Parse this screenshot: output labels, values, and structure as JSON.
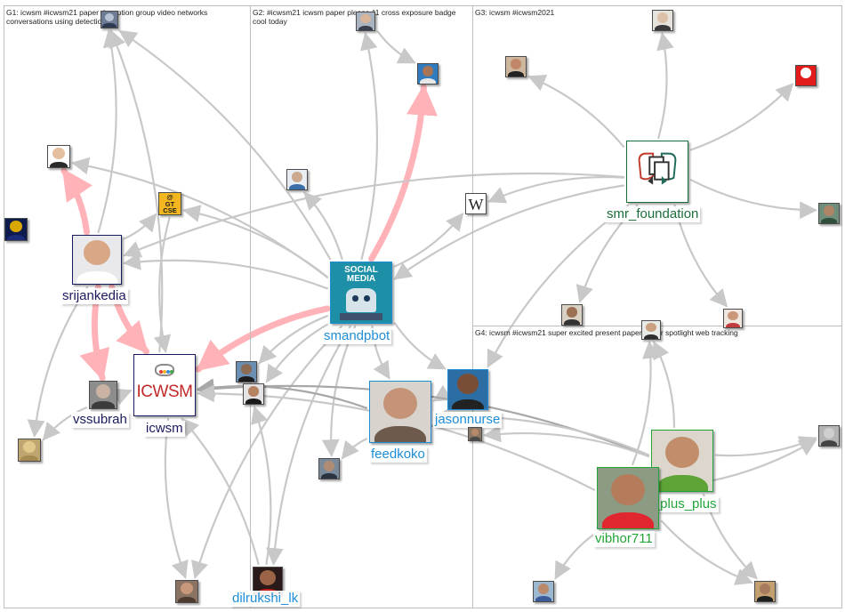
{
  "groups": [
    {
      "id": "G1",
      "label": "G1: icwsm #icwsm21 paper deception group video networks\nconversations using detection"
    },
    {
      "id": "G2",
      "label": "G2: #icwsm21 icwsm paper please 11 cross exposure badge\ncool today"
    },
    {
      "id": "G3",
      "label": "G3: icwsm #icwsm2021"
    },
    {
      "id": "G4",
      "label": "G4: icwsm #icwsm21 super excited present paper under spotlight web tracking"
    }
  ],
  "colors": {
    "edge": "#c8c8c8",
    "edge_dark": "#a8a8a8",
    "edge_strong": "#ffb3b8",
    "label_g1": "#1a1a5e",
    "label_g2": "#1f8dd6",
    "label_g3": "#1b6e3a",
    "label_g4": "#22a538",
    "border_g1": "#1a1a5e",
    "border_g2": "#1f8dd6",
    "border_g3": "#1b6e3a",
    "border_g4": "#22a538"
  },
  "nodes": [
    {
      "id": "srijankedia",
      "label": "srijankedia",
      "group": "G1",
      "icon": "person-photo",
      "skin": "#d8a886",
      "shirt": "#ffffff",
      "bg": "#e9e9ec"
    },
    {
      "id": "icwsm",
      "label": "icwsm",
      "group": "G1",
      "icon": "icwsm-logo",
      "logo_text": "ICWSM"
    },
    {
      "id": "vssubrah",
      "label": "vssubrah",
      "group": "G1",
      "icon": "person-photo",
      "skin": "#c9b2a2",
      "shirt": "#3b3b3b",
      "bg": "#8d8d8d"
    },
    {
      "id": "gtcse",
      "label": "",
      "group": "G1",
      "icon": "gt-cse-logo",
      "logo_text": "@\nGT\nCSE"
    },
    {
      "id": "g1-topcenter",
      "label": "",
      "group": "G1",
      "icon": "profile-photo",
      "skin": "#b9c3d3",
      "shirt": "#2d3a52",
      "bg": "#6e7b94"
    },
    {
      "id": "g1-face-top",
      "label": "",
      "group": "G1",
      "icon": "profile-photo",
      "skin": "#e5c0a0",
      "shirt": "#2a2a2a",
      "bg": "#ffffff"
    },
    {
      "id": "g1-comptime",
      "label": "",
      "group": "G1",
      "icon": "profile-badge",
      "skin": "#d9a700",
      "shirt": "#1c2a7a",
      "bg": "#0d1b4d"
    },
    {
      "id": "g1-book",
      "label": "",
      "group": "G1",
      "icon": "profile-photo",
      "skin": "#e0c98a",
      "shirt": "#a58b4f",
      "bg": "#bfa670"
    },
    {
      "id": "g1-bottom",
      "label": "",
      "group": "G1",
      "icon": "profile-photo",
      "skin": "#c99779",
      "shirt": "#4d3b2f",
      "bg": "#8a7363"
    },
    {
      "id": "smandpbot",
      "label": "smandpbot",
      "group": "G2",
      "icon": "social-media-bot-logo",
      "logo_text": "SOCIAL\nMEDIA"
    },
    {
      "id": "feedkoko",
      "label": "feedkoko",
      "group": "G2",
      "icon": "person-photo",
      "skin": "#c59478",
      "shirt": "#6e5a4c",
      "bg": "#d8d3cc"
    },
    {
      "id": "jasonnurse",
      "label": "jasonnurse",
      "group": "G2",
      "icon": "person-photo",
      "skin": "#7a4e36",
      "shirt": "#222222",
      "bg": "#2c6ea4"
    },
    {
      "id": "dilrukshi_lk",
      "label": "dilrukshi_lk",
      "group": "G2",
      "icon": "person-photo",
      "skin": "#9b6446",
      "shirt": "#c21c1c",
      "bg": "#2a1a1a"
    },
    {
      "id": "g2-top",
      "label": "",
      "group": "G2",
      "icon": "profile-photo",
      "skin": "#d8b49a",
      "shirt": "#38404f",
      "bg": "#aab3c0"
    },
    {
      "id": "g2-self",
      "label": "",
      "group": "G2",
      "icon": "profile-photo",
      "skin": "#a87456",
      "shirt": "#e8e8e8",
      "bg": "#2e7bbf"
    },
    {
      "id": "g2-mid",
      "label": "",
      "group": "G2",
      "icon": "profile-photo",
      "skin": "#cba88e",
      "shirt": "#3b6fa8",
      "bg": "#e8edf4"
    },
    {
      "id": "g2-a",
      "label": "",
      "group": "G2",
      "icon": "profile-photo",
      "skin": "#8d6a52",
      "shirt": "#1c1c1c",
      "bg": "#6b8fb2"
    },
    {
      "id": "g2-b",
      "label": "",
      "group": "G2",
      "icon": "profile-photo",
      "skin": "#b58262",
      "shirt": "#1a1a1a",
      "bg": "#e3e3e3"
    },
    {
      "id": "g2-c",
      "label": "",
      "group": "G2",
      "icon": "profile-photo",
      "skin": "#b08c74",
      "shirt": "#2a3340",
      "bg": "#7a8a9a"
    },
    {
      "id": "smr_foundation",
      "label": "smr_foundation",
      "group": "G3",
      "icon": "smr-foundation-logo"
    },
    {
      "id": "g3-top",
      "label": "",
      "group": "G3",
      "icon": "profile-photo",
      "skin": "#dcc0a8",
      "shirt": "#3a3a3a",
      "bg": "#e6e2dc"
    },
    {
      "id": "g3-left",
      "label": "",
      "group": "G3",
      "icon": "profile-photo",
      "skin": "#c08868",
      "shirt": "#222222",
      "bg": "#cdb79e"
    },
    {
      "id": "g3-red",
      "label": "",
      "group": "G3",
      "icon": "profile-badge",
      "skin": "#ffffff",
      "shirt": "#e21b1b",
      "bg": "#e21b1b"
    },
    {
      "id": "g3-wiki",
      "label": "",
      "group": "G3",
      "icon": "wikipedia-logo",
      "logo_text": "W"
    },
    {
      "id": "g3-right",
      "label": "",
      "group": "G3",
      "icon": "profile-photo",
      "skin": "#b08466",
      "shirt": "#2f4f3a",
      "bg": "#6f8f7c"
    },
    {
      "id": "g3-b1",
      "label": "",
      "group": "G3",
      "icon": "profile-photo",
      "skin": "#9d7154",
      "shirt": "#333333",
      "bg": "#d9d1c4"
    },
    {
      "id": "g3-b2",
      "label": "",
      "group": "G3",
      "icon": "profile-photo",
      "skin": "#c99878",
      "shirt": "#c23a3a",
      "bg": "#efe7e0"
    },
    {
      "id": "pk_plus_plus",
      "label": "pk_plus_plus",
      "group": "G4",
      "icon": "person-photo",
      "skin": "#c28d6a",
      "shirt": "#5ea336",
      "bg": "#dcd6cc"
    },
    {
      "id": "vibhor711",
      "label": "vibhor711",
      "group": "G4",
      "icon": "person-photo",
      "skin": "#b57c5b",
      "shirt": "#e0262e",
      "bg": "#8c9b83"
    },
    {
      "id": "g4-top",
      "label": "",
      "group": "G4",
      "icon": "profile-photo",
      "skin": "#c9a080",
      "shirt": "#2e2e2e",
      "bg": "#e9ebe6"
    },
    {
      "id": "g4-right",
      "label": "",
      "group": "G4",
      "icon": "profile-photo",
      "skin": "#cfcfcf",
      "shirt": "#444444",
      "bg": "#b4b4b4"
    },
    {
      "id": "g4-bl",
      "label": "",
      "group": "G4",
      "icon": "profile-photo",
      "skin": "#b98b6c",
      "shirt": "#3a5a9a",
      "bg": "#9cb8d0"
    },
    {
      "id": "g4-br",
      "label": "",
      "group": "G4",
      "icon": "profile-photo",
      "skin": "#a97b5e",
      "shirt": "#1e1e1e",
      "bg": "#c4a070"
    },
    {
      "id": "g4-small",
      "label": "",
      "group": "G4",
      "icon": "profile-photo",
      "skin": "#b68a6a",
      "shirt": "#4a4a4a",
      "bg": "#8a7864"
    }
  ],
  "edges": [
    {
      "from": "srijankedia",
      "to": "g1-face-top",
      "strength": "strong"
    },
    {
      "from": "srijankedia",
      "to": "vssubrah",
      "strength": "strong"
    },
    {
      "from": "srijankedia",
      "to": "icwsm",
      "strength": "strong"
    },
    {
      "from": "smandpbot",
      "to": "icwsm",
      "strength": "strong"
    },
    {
      "from": "smandpbot",
      "to": "g2-self",
      "strength": "strong"
    },
    {
      "from": "srijankedia",
      "to": "g1-topcenter",
      "strength": "normal"
    },
    {
      "from": "srijankedia",
      "to": "gtcse",
      "strength": "normal"
    },
    {
      "from": "vssubrah",
      "to": "icwsm",
      "strength": "normal"
    },
    {
      "from": "vssubrah",
      "to": "g1-book",
      "strength": "normal"
    },
    {
      "from": "srijankedia",
      "to": "g1-book",
      "strength": "normal"
    },
    {
      "from": "gtcse",
      "to": "icwsm",
      "strength": "normal"
    },
    {
      "from": "smandpbot",
      "to": "srijankedia",
      "strength": "normal"
    },
    {
      "from": "smandpbot",
      "to": "g1-face-top",
      "strength": "normal"
    },
    {
      "from": "smandpbot",
      "to": "gtcse",
      "strength": "normal"
    },
    {
      "from": "smandpbot",
      "to": "g1-topcenter",
      "strength": "normal"
    },
    {
      "from": "smandpbot",
      "to": "g2-top",
      "strength": "normal"
    },
    {
      "from": "smandpbot",
      "to": "g2-mid",
      "strength": "normal"
    },
    {
      "from": "smandpbot",
      "to": "feedkoko",
      "strength": "normal"
    },
    {
      "from": "smandpbot",
      "to": "jasonnurse",
      "strength": "normal"
    },
    {
      "from": "smandpbot",
      "to": "g2-a",
      "strength": "normal"
    },
    {
      "from": "smandpbot",
      "to": "g2-b",
      "strength": "normal"
    },
    {
      "from": "smandpbot",
      "to": "g2-c",
      "strength": "normal"
    },
    {
      "from": "smandpbot",
      "to": "dilrukshi_lk",
      "strength": "normal"
    },
    {
      "from": "smandpbot",
      "to": "g1-bottom",
      "strength": "normal"
    },
    {
      "from": "smandpbot",
      "to": "g3-wiki",
      "strength": "normal"
    },
    {
      "from": "g2-top",
      "to": "g2-self",
      "strength": "normal"
    },
    {
      "from": "feedkoko",
      "to": "icwsm",
      "strength": "dark"
    },
    {
      "from": "feedkoko",
      "to": "g2-c",
      "strength": "normal"
    },
    {
      "from": "jasonnurse",
      "to": "feedkoko",
      "strength": "normal"
    },
    {
      "from": "pk_plus_plus",
      "to": "icwsm",
      "strength": "dark"
    },
    {
      "from": "pk_plus_plus",
      "to": "feedkoko",
      "strength": "normal"
    },
    {
      "from": "pk_plus_plus",
      "to": "g4-top",
      "strength": "normal"
    },
    {
      "from": "pk_plus_plus",
      "to": "g4-right",
      "strength": "normal"
    },
    {
      "from": "pk_plus_plus",
      "to": "g4-br",
      "strength": "normal"
    },
    {
      "from": "pk_plus_plus",
      "to": "g4-small",
      "strength": "normal"
    },
    {
      "from": "vibhor711",
      "to": "pk_plus_plus",
      "strength": "normal"
    },
    {
      "from": "vibhor711",
      "to": "icwsm",
      "strength": "normal"
    },
    {
      "from": "vibhor711",
      "to": "g4-bl",
      "strength": "normal"
    },
    {
      "from": "vibhor711",
      "to": "g4-br",
      "strength": "normal"
    },
    {
      "from": "vibhor711",
      "to": "g4-top",
      "strength": "normal"
    },
    {
      "from": "vibhor711",
      "to": "g4-right",
      "strength": "normal"
    },
    {
      "from": "dilrukshi_lk",
      "to": "icwsm",
      "strength": "normal"
    },
    {
      "from": "dilrukshi_lk",
      "to": "g2-b",
      "strength": "normal"
    },
    {
      "from": "icwsm",
      "to": "g1-bottom",
      "strength": "normal"
    },
    {
      "from": "icwsm",
      "to": "g1-topcenter",
      "strength": "normal"
    },
    {
      "from": "smr_foundation",
      "to": "g3-top",
      "strength": "normal"
    },
    {
      "from": "smr_foundation",
      "to": "g3-left",
      "strength": "normal"
    },
    {
      "from": "smr_foundation",
      "to": "g3-red",
      "strength": "normal"
    },
    {
      "from": "smr_foundation",
      "to": "g3-wiki",
      "strength": "normal"
    },
    {
      "from": "smr_foundation",
      "to": "g3-right",
      "strength": "normal"
    },
    {
      "from": "smr_foundation",
      "to": "g3-b1",
      "strength": "normal"
    },
    {
      "from": "smr_foundation",
      "to": "g3-b2",
      "strength": "normal"
    },
    {
      "from": "smr_foundation",
      "to": "jasonnurse",
      "strength": "normal"
    },
    {
      "from": "smr_foundation",
      "to": "srijankedia",
      "strength": "normal"
    },
    {
      "from": "smr_foundation",
      "to": "smandpbot",
      "strength": "normal"
    }
  ]
}
